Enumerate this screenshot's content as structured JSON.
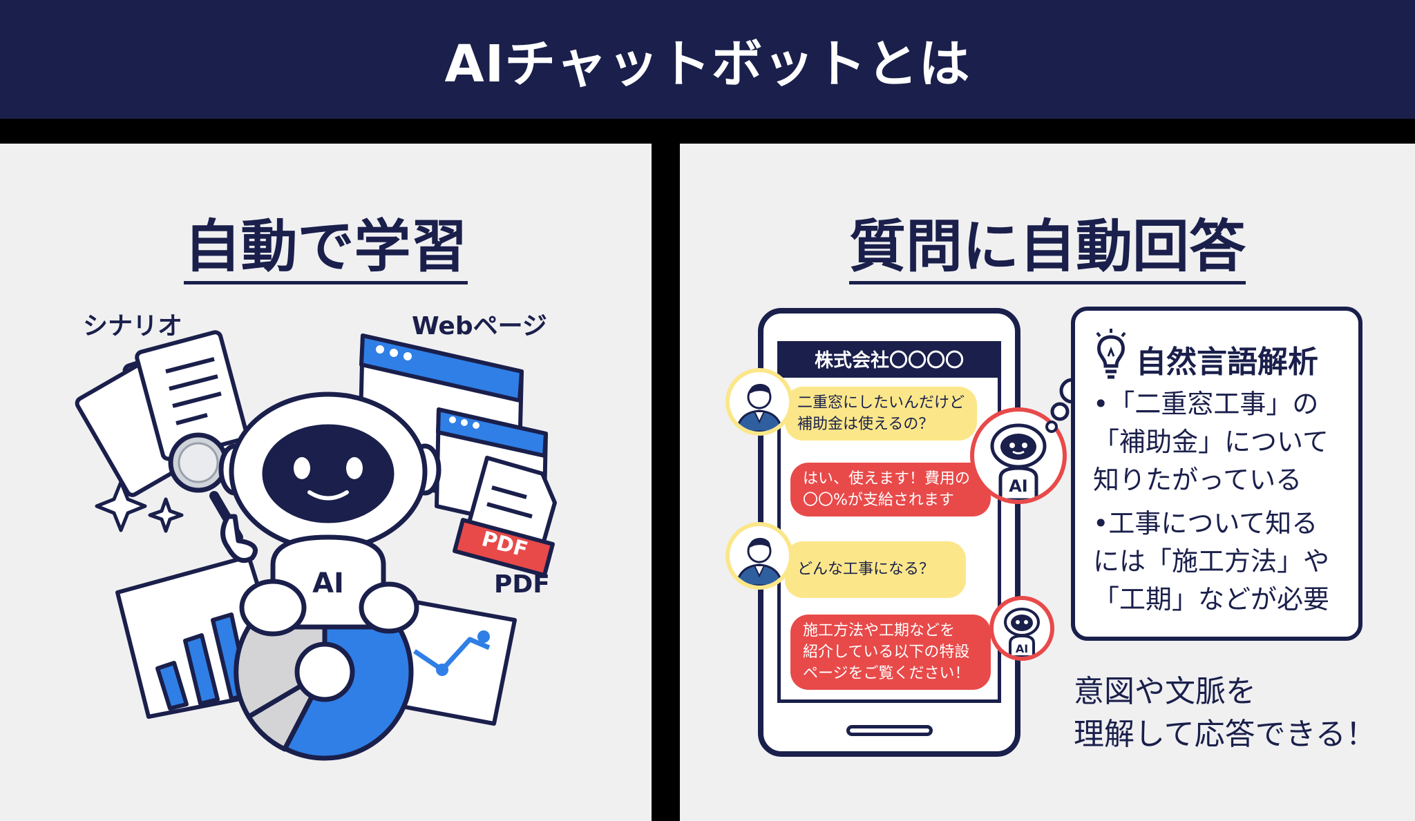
{
  "header": {
    "title": "AIチャットボットとは"
  },
  "left_panel": {
    "title": "自動で学習",
    "labels": {
      "scenario": "シナリオ",
      "webpage": "Webページ",
      "pdf": "PDF"
    },
    "pdf_tag": "PDF",
    "robot_badge": "AI"
  },
  "right_panel": {
    "title": "質問に自動回答",
    "phone": {
      "company": "株式会社〇〇〇〇",
      "messages": [
        {
          "role": "user",
          "lines": [
            "二重窓にしたいんだけど",
            "補助金は使えるの？"
          ]
        },
        {
          "role": "bot",
          "lines": [
            "はい、使えます！費用の",
            "〇〇%が支給されます"
          ]
        },
        {
          "role": "user",
          "lines": [
            "どんな工事になる？"
          ]
        },
        {
          "role": "bot",
          "lines": [
            "施工方法や工期などを",
            "紹介している以下の特設",
            "ページをご覧ください！"
          ]
        }
      ],
      "bot_badge": "AI"
    },
    "thought": {
      "title": "自然言語解析",
      "point1": {
        "l1": "•「二重窓工事」の",
        "l2": "「補助金」について",
        "l3": "知りたがっている"
      },
      "point2": {
        "l1": "•工事について知る",
        "l2": "には「施工方法」や",
        "l3": "「工期」などが必要"
      }
    },
    "caption": {
      "l1": "意図や文脈を",
      "l2": "理解して応答できる！"
    }
  },
  "colors": {
    "navy": "#1a1f4b",
    "blue": "#2f7fe6",
    "red": "#e84a4a",
    "yellow": "#fbe78a",
    "panel_bg": "#f0f0f1",
    "grey": "#d4d4d6"
  }
}
